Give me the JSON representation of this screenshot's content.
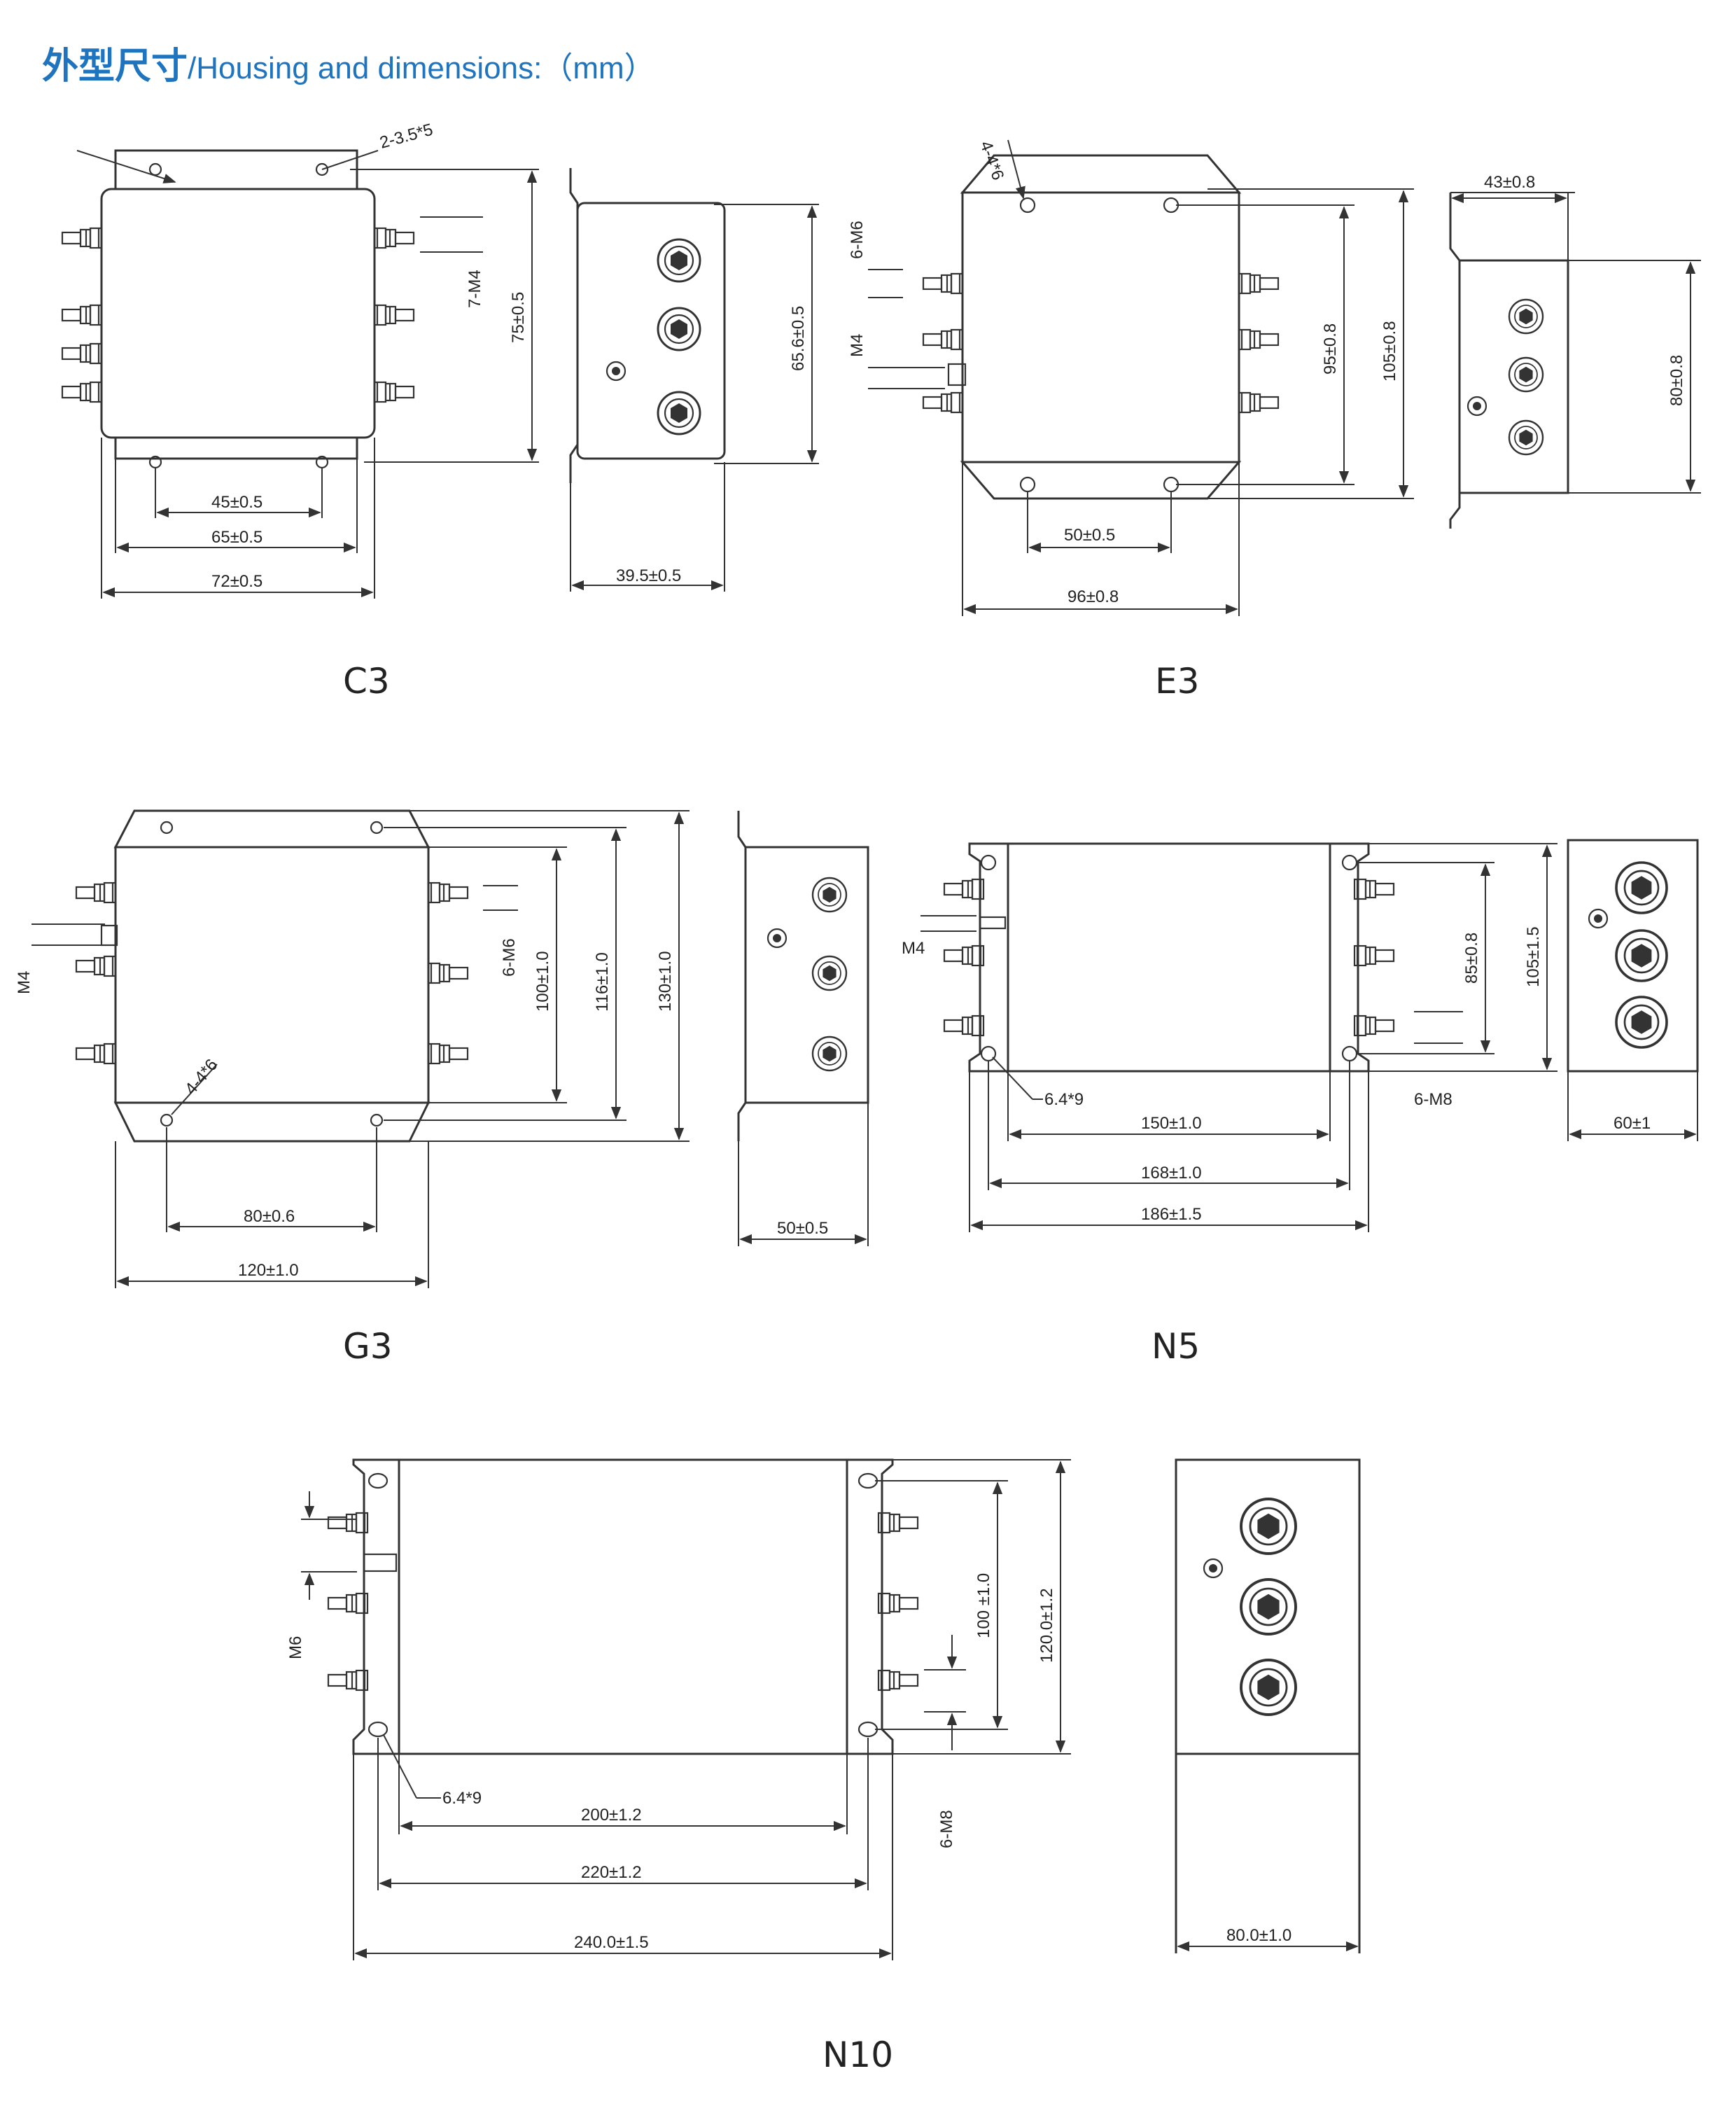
{
  "title": {
    "zh": "外型尺寸",
    "en": "/Housing and dimensions:（mm）"
  },
  "models": {
    "c3": {
      "name": "C3",
      "dims": {
        "hole": "2-3.5*5",
        "m4": "7-M4",
        "h1": "75±0.5",
        "w1": "45±0.5",
        "w2": "65±0.5",
        "w3": "72±0.5",
        "side_h": "65.6±0.5",
        "side_w": "39.5±0.5"
      }
    },
    "e3": {
      "name": "E3",
      "dims": {
        "hole": "4-4*6",
        "m6": "6-M6",
        "m4": "M4",
        "h1": "95±0.8",
        "h2": "105±0.8",
        "w1": "50±0.5",
        "w2": "96±0.8",
        "side_w": "43±0.8",
        "side_h": "80±0.8"
      }
    },
    "g3": {
      "name": "G3",
      "dims": {
        "m4": "M4",
        "m6": "6-M6",
        "hole": "4-4*6",
        "h1": "100±1.0",
        "h2": "116±1.0",
        "h3": "130±1.0",
        "w1": "80±0.6",
        "w2": "120±1.0",
        "side_w": "50±0.5"
      }
    },
    "n5": {
      "name": "N5",
      "dims": {
        "m4": "M4",
        "hole": "6.4*9",
        "m8": "6-M8",
        "h1": "85±0.8",
        "h2": "105±1.5",
        "w1": "150±1.0",
        "w2": "168±1.0",
        "w3": "186±1.5",
        "side_w": "60±1"
      }
    },
    "n10": {
      "name": "N10",
      "dims": {
        "m6": "M6",
        "hole": "6.4*9",
        "m8": "6-M8",
        "h1": "100 ±1.0",
        "h2": "120.0±1.2",
        "w1": "200±1.2",
        "w2": "220±1.2",
        "w3": "240.0±1.5",
        "side_w": "80.0±1.0"
      }
    }
  },
  "icons": {
    "terminal": "terminal-stud-icon",
    "bolt": "terminal-bolt-icon",
    "hole": "mounting-hole-icon"
  },
  "colors": {
    "title": "#1e74be",
    "line": "#333333"
  }
}
